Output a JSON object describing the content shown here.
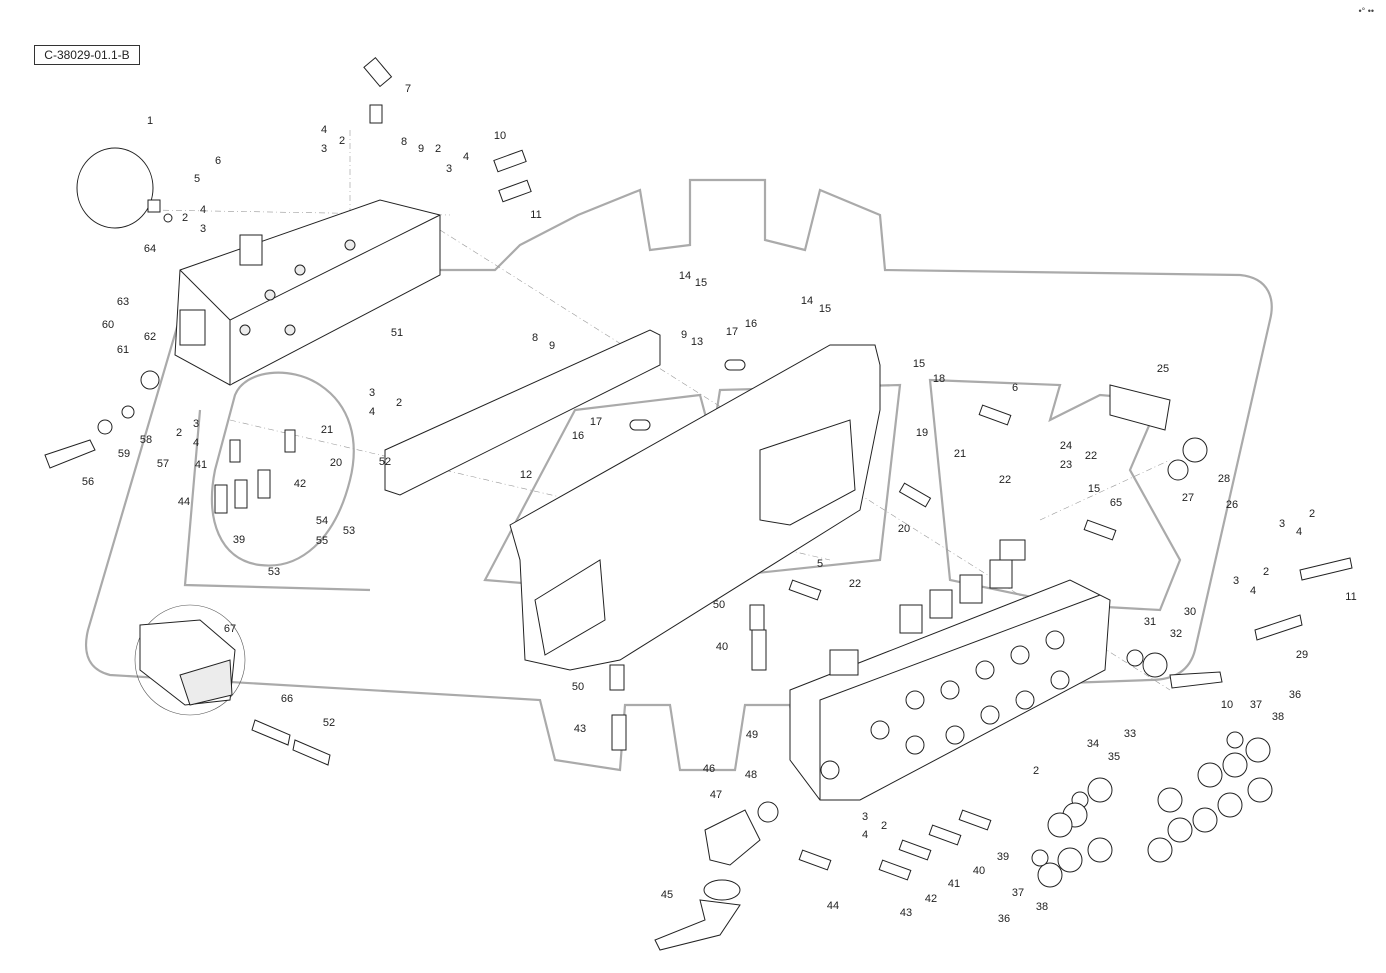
{
  "diagram": {
    "reference_code": "C-38029-01.1-B",
    "corner_mark": "•°  ••"
  },
  "callouts": [
    {
      "id": "1",
      "label": "1"
    },
    {
      "id": "2a",
      "label": "2"
    },
    {
      "id": "4a",
      "label": "4"
    },
    {
      "id": "3a",
      "label": "3"
    },
    {
      "id": "7",
      "label": "7"
    },
    {
      "id": "6a",
      "label": "6"
    },
    {
      "id": "5a",
      "label": "5"
    },
    {
      "id": "8a",
      "label": "8"
    },
    {
      "id": "9a",
      "label": "9"
    },
    {
      "id": "2b",
      "label": "2"
    },
    {
      "id": "4b",
      "label": "4"
    },
    {
      "id": "3b",
      "label": "3"
    },
    {
      "id": "10a",
      "label": "10"
    },
    {
      "id": "11a",
      "label": "11"
    },
    {
      "id": "2c",
      "label": "2"
    },
    {
      "id": "4c",
      "label": "4"
    },
    {
      "id": "3c",
      "label": "3"
    },
    {
      "id": "64",
      "label": "64"
    },
    {
      "id": "63",
      "label": "63"
    },
    {
      "id": "60",
      "label": "60"
    },
    {
      "id": "61",
      "label": "61"
    },
    {
      "id": "62",
      "label": "62"
    },
    {
      "id": "51",
      "label": "51"
    },
    {
      "id": "3d",
      "label": "3"
    },
    {
      "id": "4d",
      "label": "4"
    },
    {
      "id": "2d",
      "label": "2"
    },
    {
      "id": "58",
      "label": "58"
    },
    {
      "id": "59",
      "label": "59"
    },
    {
      "id": "57",
      "label": "57"
    },
    {
      "id": "56",
      "label": "56"
    },
    {
      "id": "3e",
      "label": "3"
    },
    {
      "id": "2e",
      "label": "2"
    },
    {
      "id": "4e",
      "label": "4"
    },
    {
      "id": "41a",
      "label": "41"
    },
    {
      "id": "21a",
      "label": "21"
    },
    {
      "id": "42a",
      "label": "42"
    },
    {
      "id": "20a",
      "label": "20"
    },
    {
      "id": "52a",
      "label": "52"
    },
    {
      "id": "44a",
      "label": "44"
    },
    {
      "id": "39a",
      "label": "39"
    },
    {
      "id": "54",
      "label": "54"
    },
    {
      "id": "53a",
      "label": "53"
    },
    {
      "id": "55",
      "label": "55"
    },
    {
      "id": "53b",
      "label": "53"
    },
    {
      "id": "14a",
      "label": "14"
    },
    {
      "id": "15a",
      "label": "15"
    },
    {
      "id": "14b",
      "label": "14"
    },
    {
      "id": "15b",
      "label": "15"
    },
    {
      "id": "17a",
      "label": "17"
    },
    {
      "id": "16a",
      "label": "16"
    },
    {
      "id": "8b",
      "label": "8"
    },
    {
      "id": "9b",
      "label": "9"
    },
    {
      "id": "9c",
      "label": "9"
    },
    {
      "id": "13",
      "label": "13"
    },
    {
      "id": "15c",
      "label": "15"
    },
    {
      "id": "18",
      "label": "18"
    },
    {
      "id": "17b",
      "label": "17"
    },
    {
      "id": "16b",
      "label": "16"
    },
    {
      "id": "19",
      "label": "19"
    },
    {
      "id": "12",
      "label": "12"
    },
    {
      "id": "25",
      "label": "25"
    },
    {
      "id": "6b",
      "label": "6"
    },
    {
      "id": "24",
      "label": "24"
    },
    {
      "id": "22a",
      "label": "22"
    },
    {
      "id": "23",
      "label": "23"
    },
    {
      "id": "21b",
      "label": "21"
    },
    {
      "id": "22b",
      "label": "22"
    },
    {
      "id": "15d",
      "label": "15"
    },
    {
      "id": "65",
      "label": "65"
    },
    {
      "id": "27",
      "label": "27"
    },
    {
      "id": "28",
      "label": "28"
    },
    {
      "id": "26",
      "label": "26"
    },
    {
      "id": "20b",
      "label": "20"
    },
    {
      "id": "5b",
      "label": "5"
    },
    {
      "id": "3f",
      "label": "3"
    },
    {
      "id": "2f",
      "label": "2"
    },
    {
      "id": "4f",
      "label": "4"
    },
    {
      "id": "3g",
      "label": "3"
    },
    {
      "id": "2g",
      "label": "2"
    },
    {
      "id": "4g",
      "label": "4"
    },
    {
      "id": "11b",
      "label": "11"
    },
    {
      "id": "22c",
      "label": "22"
    },
    {
      "id": "50a",
      "label": "50"
    },
    {
      "id": "40a",
      "label": "40"
    },
    {
      "id": "31",
      "label": "31"
    },
    {
      "id": "30",
      "label": "30"
    },
    {
      "id": "32",
      "label": "32"
    },
    {
      "id": "29",
      "label": "29"
    },
    {
      "id": "67",
      "label": "67"
    },
    {
      "id": "50b",
      "label": "50"
    },
    {
      "id": "66",
      "label": "66"
    },
    {
      "id": "52b",
      "label": "52"
    },
    {
      "id": "43a",
      "label": "43"
    },
    {
      "id": "49",
      "label": "49"
    },
    {
      "id": "10b",
      "label": "10"
    },
    {
      "id": "37a",
      "label": "37"
    },
    {
      "id": "36a",
      "label": "36"
    },
    {
      "id": "38a",
      "label": "38"
    },
    {
      "id": "34",
      "label": "34"
    },
    {
      "id": "33",
      "label": "33"
    },
    {
      "id": "35",
      "label": "35"
    },
    {
      "id": "46",
      "label": "46"
    },
    {
      "id": "48",
      "label": "48"
    },
    {
      "id": "47",
      "label": "47"
    },
    {
      "id": "2h",
      "label": "2"
    },
    {
      "id": "3h",
      "label": "3"
    },
    {
      "id": "2i",
      "label": "2"
    },
    {
      "id": "4h",
      "label": "4"
    },
    {
      "id": "39b",
      "label": "39"
    },
    {
      "id": "40b",
      "label": "40"
    },
    {
      "id": "41b",
      "label": "41"
    },
    {
      "id": "42b",
      "label": "42"
    },
    {
      "id": "43b",
      "label": "43"
    },
    {
      "id": "44b",
      "label": "44"
    },
    {
      "id": "45",
      "label": "45"
    },
    {
      "id": "37b",
      "label": "37"
    },
    {
      "id": "36b",
      "label": "36"
    },
    {
      "id": "38b",
      "label": "38"
    }
  ]
}
